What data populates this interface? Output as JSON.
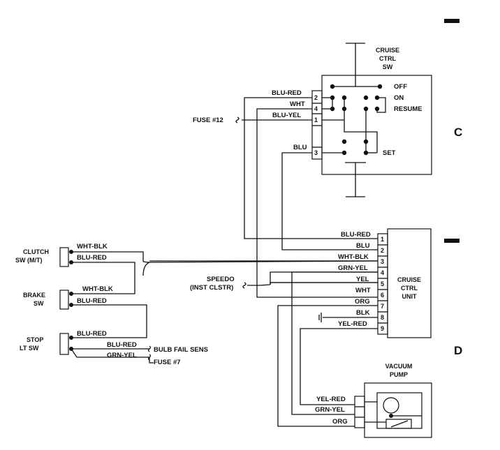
{
  "cruise_switch": {
    "title_lines": [
      "CRUISE",
      "CTRL",
      "SW"
    ],
    "positions": [
      "OFF",
      "ON",
      "RESUME",
      "SET"
    ],
    "pins": [
      "2",
      "4",
      "1",
      "3"
    ],
    "wires": [
      "BLU-RED",
      "WHT",
      "BLU-YEL",
      "BLU"
    ]
  },
  "fuse12": "FUSE #12",
  "control_unit": {
    "title_lines": [
      "CRUISE",
      "CTRL",
      "UNIT"
    ],
    "pins": [
      "1",
      "2",
      "3",
      "4",
      "5",
      "6",
      "7",
      "8",
      "9"
    ],
    "wires": [
      "BLU-RED",
      "BLU",
      "WHT-BLK",
      "GRN-YEL",
      "YEL",
      "WHT",
      "ORG",
      "BLK",
      "YEL-RED"
    ]
  },
  "clutch_switch": {
    "lines": [
      "CLUTCH",
      "SW (M/T)"
    ],
    "wires": [
      "WHT-BLK",
      "BLU-RED"
    ]
  },
  "brake_switch": {
    "lines": [
      "BRAKE",
      "SW"
    ],
    "wires": [
      "WHT-BLK",
      "BLU-RED"
    ]
  },
  "stop_switch": {
    "lines": [
      "STOP",
      "LT SW"
    ],
    "wires": [
      "BLU-RED",
      "BLU-RED",
      "GRN-YEL"
    ]
  },
  "speedo": {
    "lines": [
      "SPEEDO",
      "(INST CLSTR)"
    ]
  },
  "bulb_fail": "BULB FAIL SENS",
  "fuse7": "FUSE #7",
  "vacuum_pump": {
    "title_lines": [
      "VACUUM",
      "PUMP"
    ],
    "wires": [
      "YEL-RED",
      "GRN-YEL",
      "ORG"
    ]
  },
  "section_letters": [
    "C",
    "D"
  ]
}
